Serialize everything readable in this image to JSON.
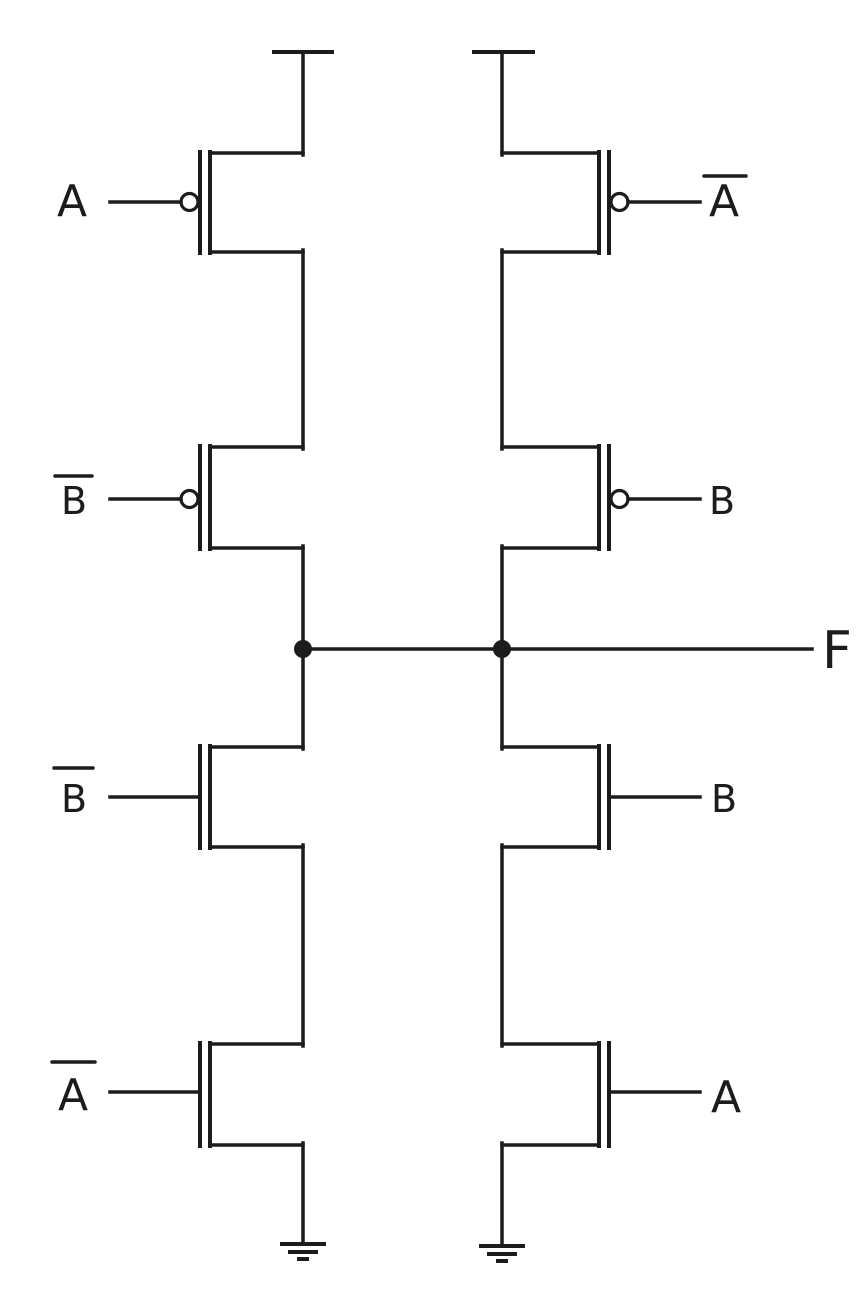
{
  "colors": {
    "ink": "#1c1c1c",
    "background": "#ffffff"
  },
  "output": {
    "label": "F"
  },
  "power": {
    "vdd_symbol": "power-rail-t-bar",
    "ground_symbol": "earth-ground-three-bars",
    "vdd_count": 2,
    "ground_count": 2
  },
  "pull_up_network": {
    "left_branch": [
      {
        "gate_label": "A",
        "negated": false,
        "device": "PMOS"
      },
      {
        "gate_label": "B",
        "negated": true,
        "device": "PMOS"
      }
    ],
    "right_branch": [
      {
        "gate_label": "A",
        "negated": true,
        "device": "PMOS"
      },
      {
        "gate_label": "B",
        "negated": false,
        "device": "PMOS"
      }
    ]
  },
  "pull_down_network": {
    "left_branch": [
      {
        "gate_label": "B",
        "negated": true,
        "device": "NMOS"
      },
      {
        "gate_label": "A",
        "negated": true,
        "device": "NMOS"
      }
    ],
    "right_branch": [
      {
        "gate_label": "B",
        "negated": false,
        "device": "NMOS"
      },
      {
        "gate_label": "A",
        "negated": false,
        "device": "NMOS"
      }
    ]
  }
}
